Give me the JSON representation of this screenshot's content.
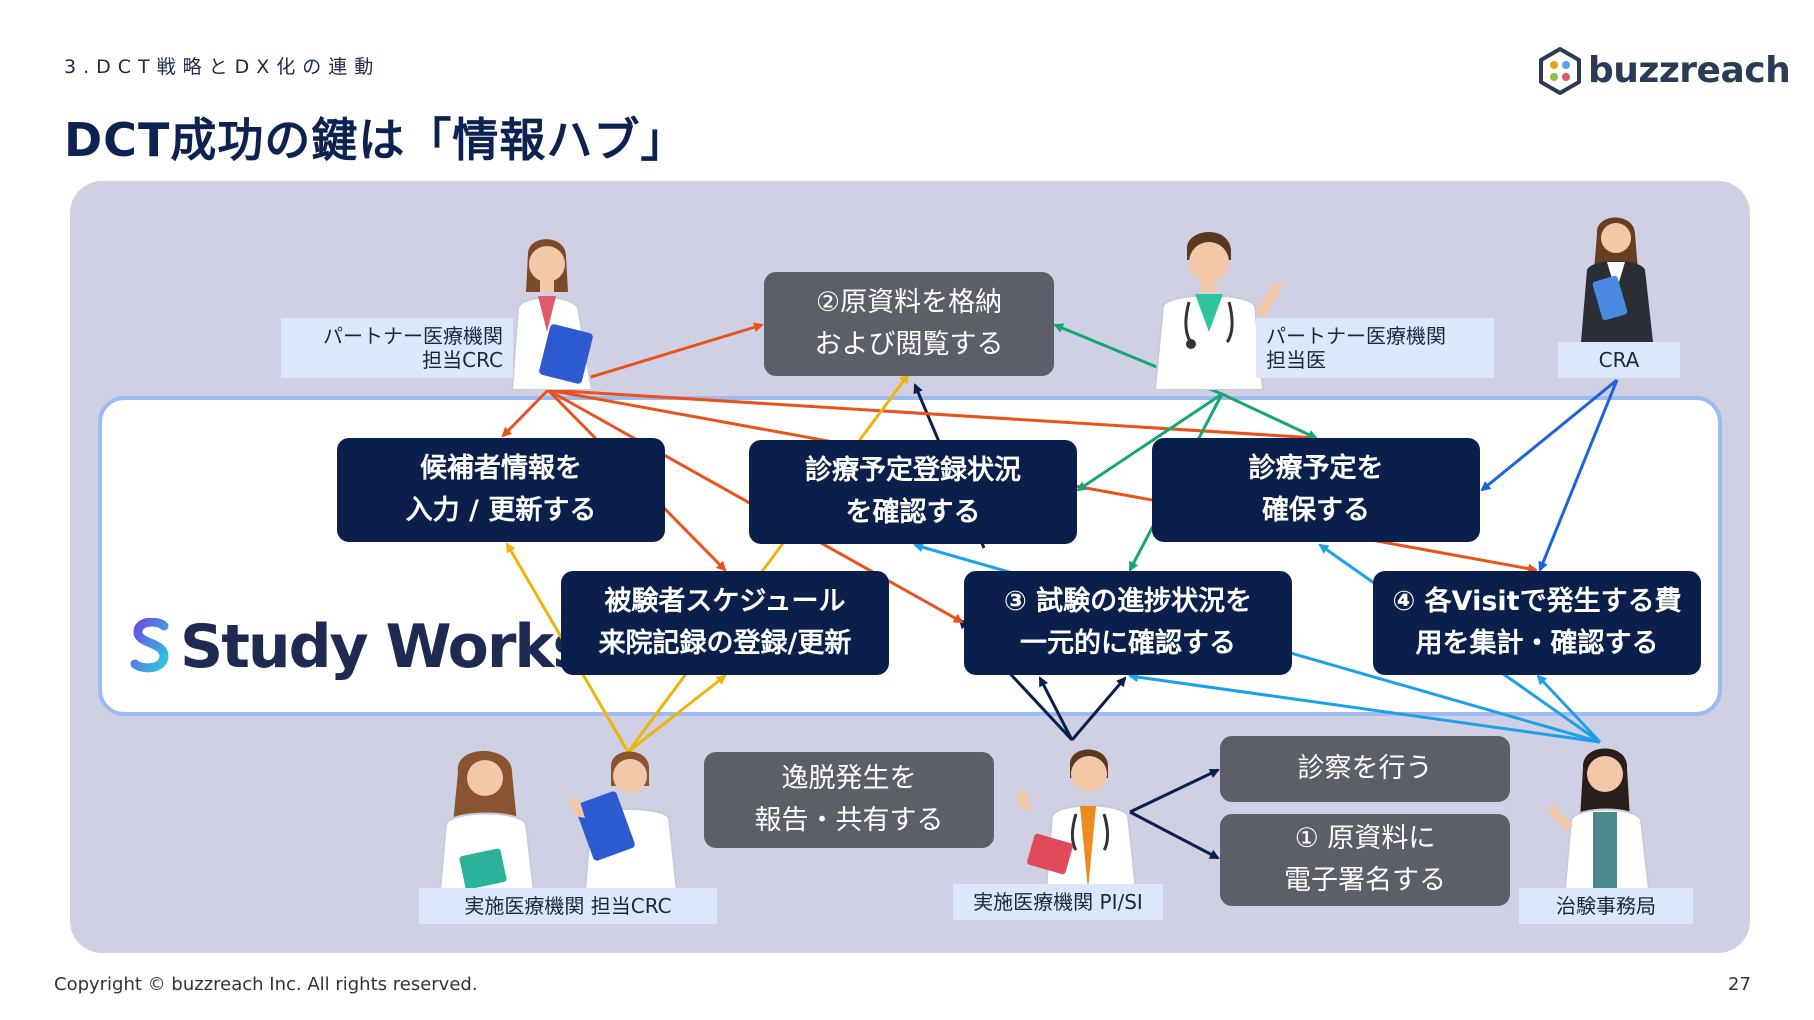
{
  "header": {
    "section": "3.DCT戦略とDX化の連動",
    "title": "DCT成功の鍵は「情報ハブ」",
    "logo_text": "buzzreach"
  },
  "platform": {
    "name": "Study Works"
  },
  "nodes": {
    "source_docs": "②原資料を格納\nおよび閲覧する",
    "candidate_info": "候補者情報を\n入力 / 更新する",
    "schedule_status": "診療予定登録状況\nを確認する",
    "secure_schedule": "診療予定を\n確保する",
    "visit_record": "被験者スケジュール\n来院記録の登録/更新",
    "progress": "③ 試験の進捗状況を\n一元的に確認する",
    "cost": "④ 各Visitで発生する費\n用を集計・確認する",
    "deviation": "逸脱発生を\n報告・共有する",
    "examine": "診察を行う",
    "esign": "① 原資料に\n電子署名する"
  },
  "roles": {
    "partner_crc": "パートナー医療機関\n担当CRC",
    "partner_doctor": "パートナー医療機関\n担当医",
    "cra": "CRA",
    "site_crc": "実施医療機関 担当CRC",
    "pi_si": "実施医療機関 PI/SI",
    "office": "治験事務局"
  },
  "icons": {
    "figures": [
      "partner-crc-figure-icon",
      "partner-doctor-figure-icon",
      "cra-figure-icon",
      "site-crc-figure-icon",
      "pi-si-figure-icon",
      "office-figure-icon"
    ],
    "logos": [
      "buzzreach-logo-icon",
      "studyworks-logo-icon"
    ]
  },
  "colors": {
    "partner_crc_arrows": "#e8531c",
    "partner_doctor_arrows": "#17a673",
    "cra_arrows": "#1a63de",
    "site_crc_arrows": "#efb30c",
    "pi_si_arrows": "#0b1f4c",
    "office_arrows": "#1ea0e8"
  },
  "footer": {
    "copyright": "Copyright © buzzreach Inc. All rights reserved.",
    "page_number": "27"
  }
}
